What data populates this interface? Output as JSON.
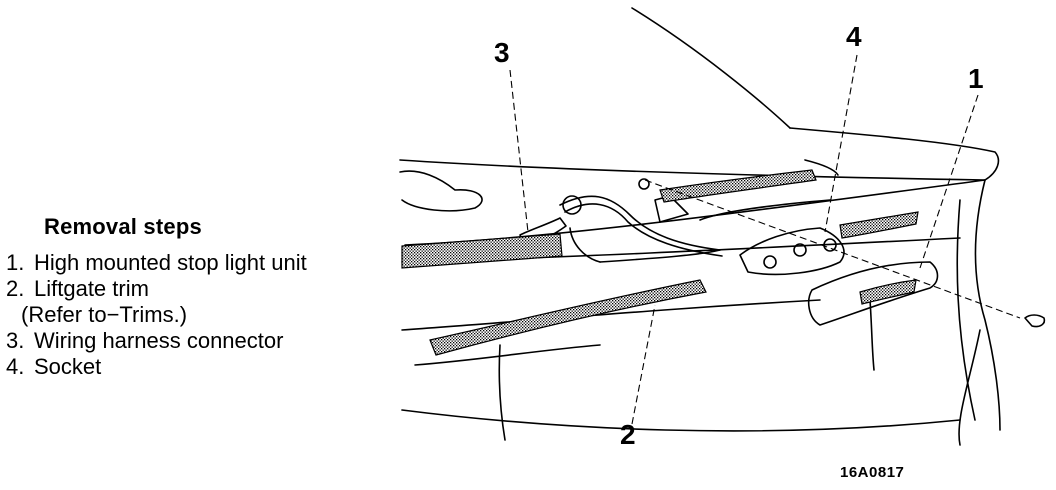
{
  "removal_steps": {
    "title": "Removal steps",
    "items": [
      {
        "num": "1.",
        "label": "High mounted stop light unit"
      },
      {
        "num": "2.",
        "label": "Liftgate trim"
      },
      {
        "num": "",
        "label": "(Refer to−Trims.)"
      },
      {
        "num": "3.",
        "label": "Wiring harness connector"
      },
      {
        "num": "4.",
        "label": "Socket"
      }
    ]
  },
  "callouts": {
    "c1": "1",
    "c2": "2",
    "c3": "3",
    "c4": "4"
  },
  "figure_id": "16A0817"
}
